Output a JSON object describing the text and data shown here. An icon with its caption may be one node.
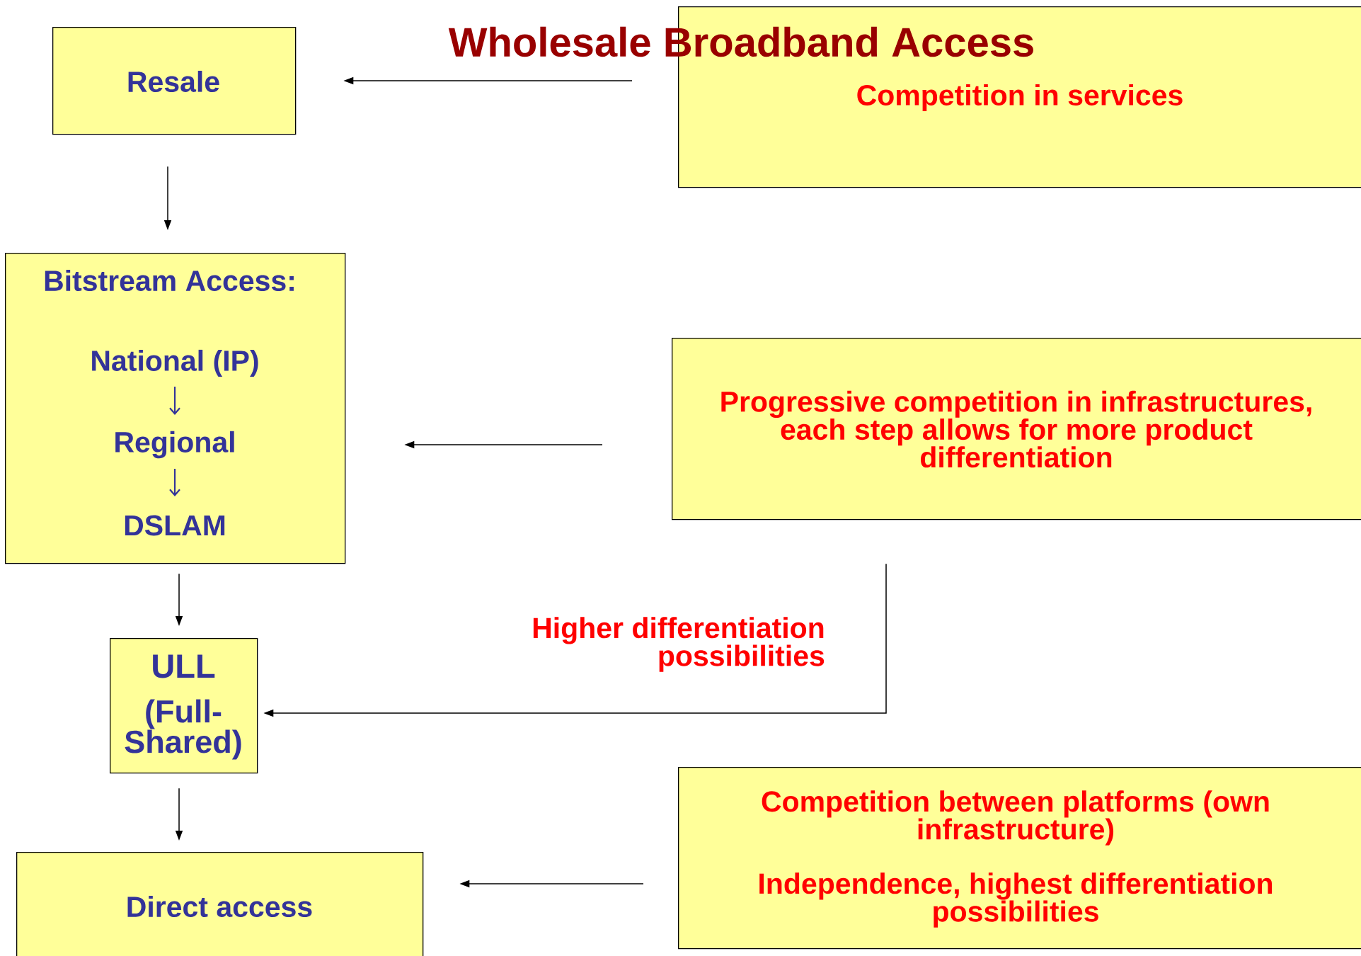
{
  "diagram": {
    "title": "Wholesale Broadband Access",
    "nodes": [
      {
        "text": [
          "Resale"
        ]
      },
      {
        "text": [
          "Competition in services"
        ]
      },
      {
        "text": [
          "Bitstream Access:",
          "National (IP)",
          "Regional",
          "DSLAM"
        ]
      },
      {
        "text": [
          "Progressive competition in infrastructures, each step allows for more product differentiation"
        ]
      },
      {
        "text": [
          "ULL",
          "(Full-Shared)"
        ]
      },
      {
        "text": [
          "Competition between platforms (own infrastructure)",
          "Independence, highest differentiation possibilities"
        ]
      },
      {
        "text": [
          "Direct access"
        ]
      }
    ],
    "edges": [
      {
        "from": 1,
        "to": 0,
        "arrow": "to"
      },
      {
        "from": 0,
        "to": 2,
        "arrow": "to"
      },
      {
        "from": 3,
        "to": 2,
        "arrow": "to"
      },
      {
        "from": 2,
        "to": 4,
        "arrow": "to"
      },
      {
        "from": 3,
        "to": 4,
        "arrow": "to",
        "label": "Higher differentiation possibilities"
      },
      {
        "from": 4,
        "to": 6,
        "arrow": "to"
      },
      {
        "from": 5,
        "to": 6,
        "arrow": "to"
      }
    ]
  }
}
